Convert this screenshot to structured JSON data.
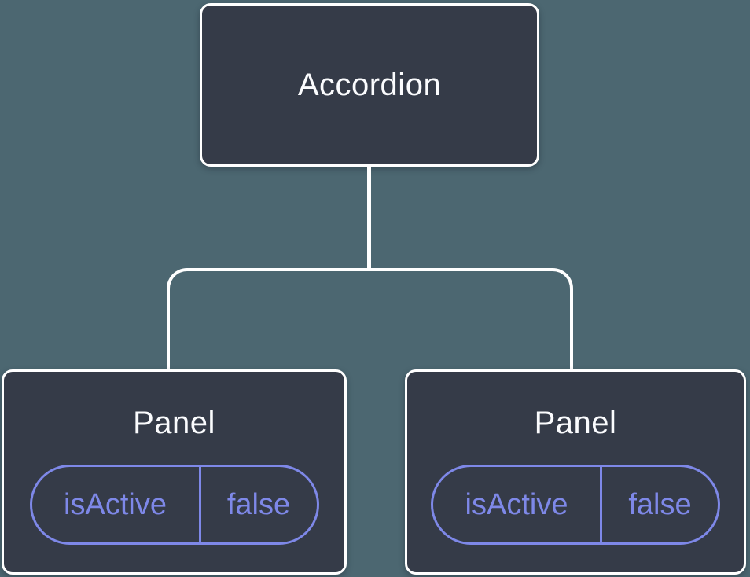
{
  "colors": {
    "background": "#4C6771",
    "node_fill": "#353B48",
    "node_border": "#FFFFFF",
    "connector_line": "#FFFFFF",
    "state_accent": "#7E88E8",
    "node_text": "#FBFCFE"
  },
  "tree": {
    "root": {
      "label": "Accordion"
    },
    "children": [
      {
        "label": "Panel",
        "state": {
          "key": "isActive",
          "value": "false"
        }
      },
      {
        "label": "Panel",
        "state": {
          "key": "isActive",
          "value": "false"
        }
      }
    ]
  }
}
